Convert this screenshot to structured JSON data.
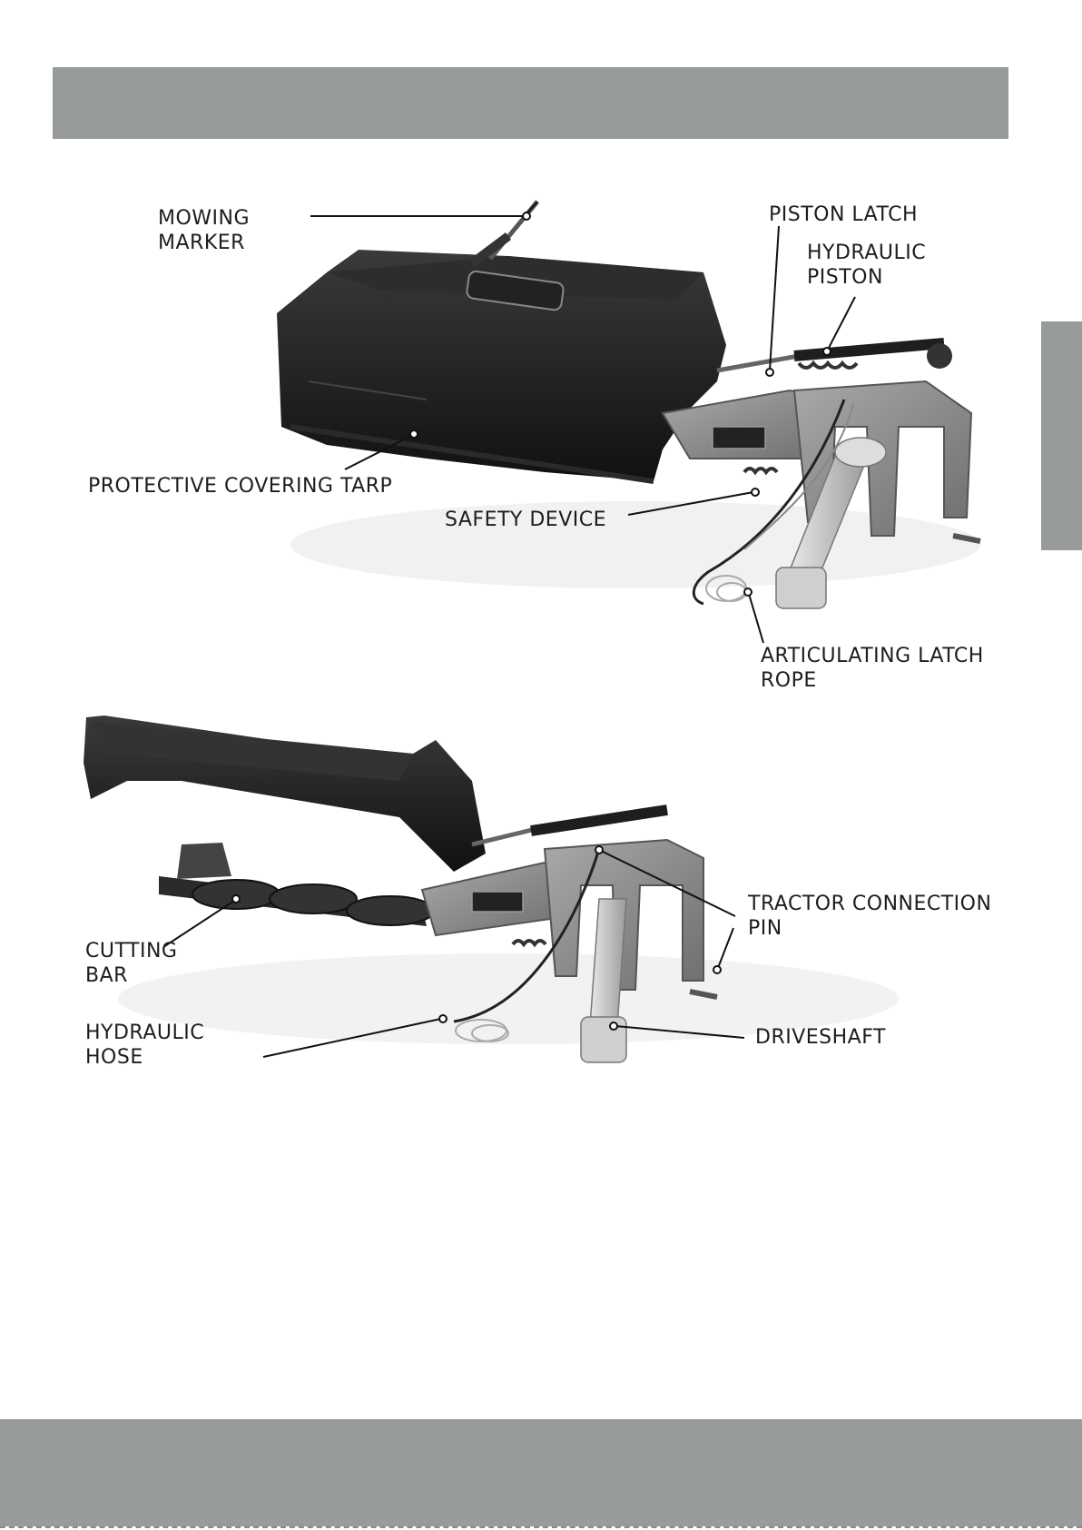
{
  "figure_top": {
    "labels": {
      "mowing_marker": "MOWING\nMARKER",
      "piston_latch": "PISTON LATCH",
      "hydraulic_piston": "HYDRAULIC\nPISTON",
      "protective_covering_tarp": "PROTECTIVE COVERING TARP",
      "safety_device": "SAFETY DEVICE",
      "articulating_latch_rope": "ARTICULATING LATCH\nROPE"
    }
  },
  "figure_bottom": {
    "labels": {
      "tractor_connection_pin": "TRACTOR CONNECTION\nPIN",
      "cutting_bar": "CUTTING\nBAR",
      "hydraulic_hose": "HYDRAULIC\nHOSE",
      "driveshaft": "DRIVESHAFT"
    }
  },
  "colors": {
    "band_gray": "#979b9b",
    "tarp_black": "#1b1b1b",
    "frame_gray": "#8c8c8c"
  }
}
